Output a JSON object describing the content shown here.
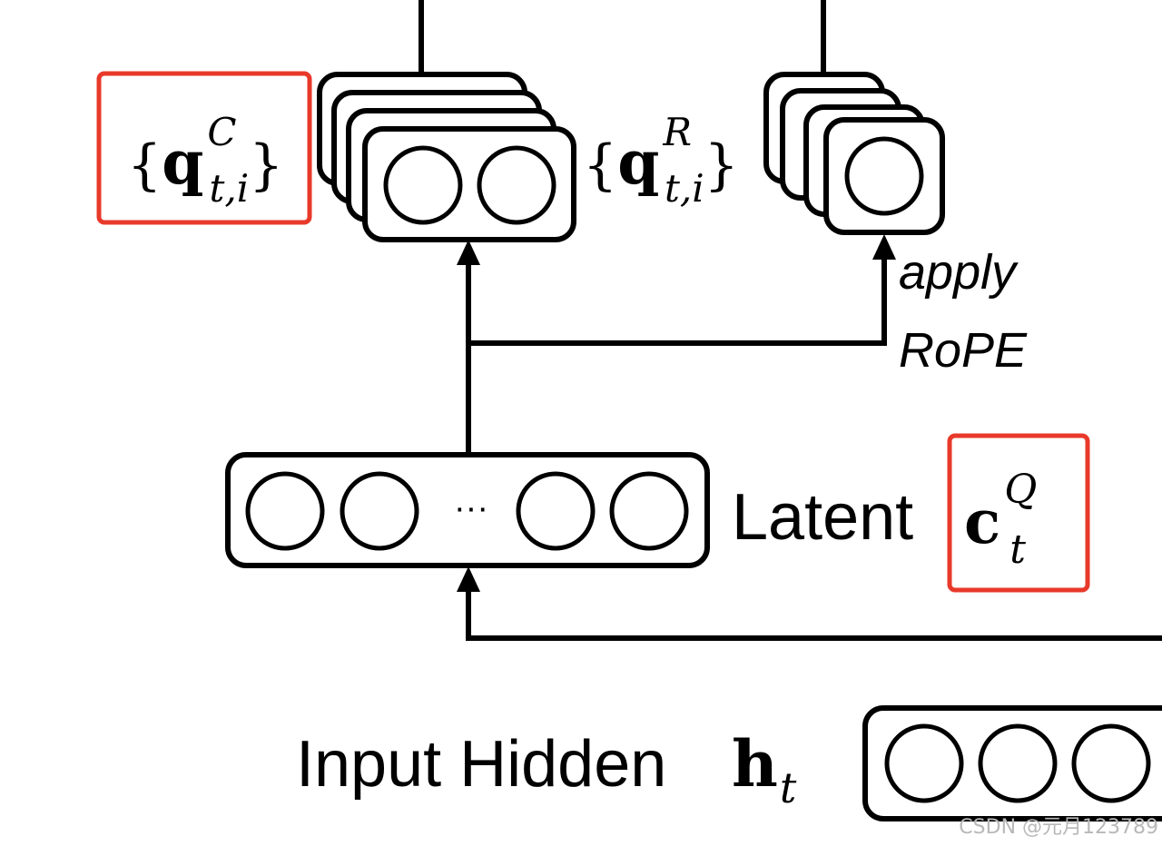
{
  "labels": {
    "q_c": {
      "brace_open": "{",
      "symbol": "q",
      "sup": "C",
      "sub": "t,i",
      "brace_close": "}"
    },
    "q_r": {
      "brace_open": "{",
      "symbol": "q",
      "sup": "R",
      "sub": "t,i",
      "brace_close": "}"
    },
    "apply": "apply",
    "rope": "RoPE",
    "latent_word": "Latent",
    "latent_symbol": {
      "symbol": "c",
      "sup": "Q",
      "sub": "t"
    },
    "ellipsis": "···",
    "input_words": "Input Hidden",
    "input_symbol": {
      "symbol": "h",
      "sub": "t"
    }
  },
  "watermark": "CSDN @元月123789",
  "colors": {
    "highlight": "#e8392a",
    "stroke": "#000000",
    "background": "#ffffff"
  }
}
